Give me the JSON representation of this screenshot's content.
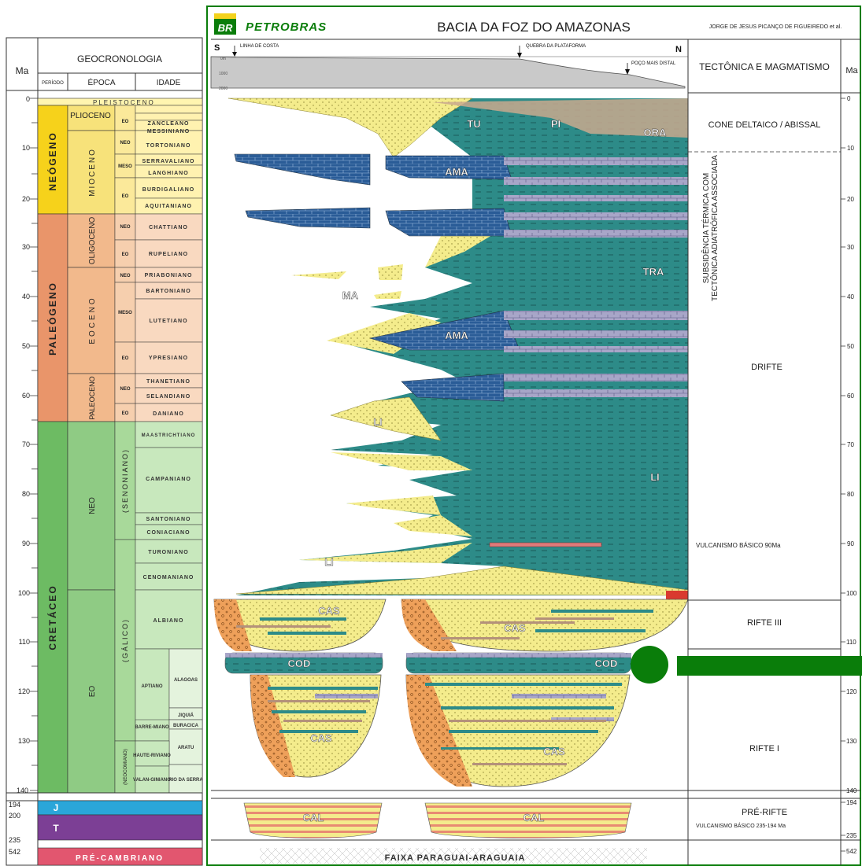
{
  "header": {
    "logo_badge": "BR",
    "logo_text": "PETROBRAS",
    "title": "BACIA DA FOZ DO AMAZONAS",
    "author": "JORGE DE JESUS PICANÇO DE FIGUEIREDO et al."
  },
  "geochronology": {
    "heading": "GEOCRONOLOGIA",
    "ma_label": "Ma",
    "col_periodo": "PERÍODO",
    "col_epoca": "ÉPOCA",
    "col_idade": "IDADE",
    "ticks": [
      "0",
      "10",
      "20",
      "30",
      "40",
      "50",
      "60",
      "70",
      "80",
      "90",
      "100",
      "110",
      "120",
      "130",
      "140",
      "194",
      "200",
      "235",
      "542"
    ],
    "pleistoceno": "PLEISTOCENO",
    "periods": [
      "NEÓGENO",
      "PALEÓGENO",
      "CRETÁCEO",
      "J",
      "T",
      "PRÉ-CAMBRIANO"
    ],
    "epochs": [
      "PLIOCENO",
      "MIOCENO",
      "OLIGOCENO",
      "EOCENO",
      "PALEOCENO",
      "NEO",
      "EO",
      "(SENONIANO)",
      "(GÁLICO)",
      "(NEOCOMIANO)"
    ],
    "subepochs": [
      "EO",
      "NEO",
      "MESO",
      "EO",
      "NEO",
      "EO",
      "NEO",
      "MESO",
      "EO",
      "NEO",
      "EO"
    ],
    "ages": [
      "ZANCLEANO",
      "MESSINIANO",
      "TORTONIANO",
      "SERRAVALIANO",
      "LANGHIANO",
      "BURDIGALIANO",
      "AQUITANIANO",
      "CHATTIANO",
      "RUPELIANO",
      "PRIABONIANO",
      "BARTONIANO",
      "LUTETIANO",
      "YPRESIANO",
      "THANETIANO",
      "SELANDIANO",
      "DANIANO",
      "MAASTRICHTIANO",
      "CAMPANIANO",
      "SANTONIANO",
      "CONIACIANO",
      "TURONIANO",
      "CENOMANIANO",
      "ALBIANO",
      "APTIANO",
      "ALAGOAS",
      "JIQUIÁ",
      "BARRE-MIANO",
      "BURACICA",
      "ARATU",
      "HAUTE-RIVIANO",
      "VALAN-GINIANO",
      "RIO DA SERRA"
    ]
  },
  "section": {
    "south": "S",
    "north": "N",
    "coastline": "LINHA DE COSTA",
    "shelf_break": "QUEBRA DA PLATAFORMA",
    "distal_well": "POÇO MAIS DISTAL",
    "depth_ticks": [
      "0m",
      "1000",
      "2000"
    ],
    "formations": [
      "TU",
      "PI",
      "ORA",
      "AMA",
      "TRA",
      "MA",
      "AMA",
      "LI",
      "LI",
      "LI",
      "CAS",
      "CAS",
      "COD",
      "COD",
      "CAS",
      "CAS",
      "CAL",
      "CAL"
    ],
    "question_mark": "?",
    "basement": "FAIXA PARAGUAI-ARAGUAIA"
  },
  "tectonics": {
    "heading": "TECTÔNICA E MAGMATISMO",
    "ma_label": "Ma",
    "cone": "CONE DELTAICO / ABISSAL",
    "subsidence_line1": "SUBSIDÊNCIA TÉRMICA COM",
    "subsidence_line2": "TECTÔNICA ADIATRÓFICA ASSOCIADA",
    "drifte": "DRIFTE",
    "volcanism_90": "VULCANISMO BÁSICO 90Ma",
    "rifte3": "RIFTE III",
    "rifte1": "RIFTE I",
    "pre_rifte": "PRÉ-RIFTE",
    "volcanism_235": "VULCANISMO BÁSICO 235-194 Ma"
  },
  "colors": {
    "neogene": "#f6d21b",
    "paleogene": "#e9956a",
    "cretaceous": "#6dbb63",
    "jurassic": "#2aa6d9",
    "triassic": "#7c3f95",
    "precambrian": "#e2566f",
    "shale": "#2d8b88",
    "sand": "#f4ec8c",
    "carbonate": "#2a5c97",
    "marker": "#0a7d0a"
  }
}
